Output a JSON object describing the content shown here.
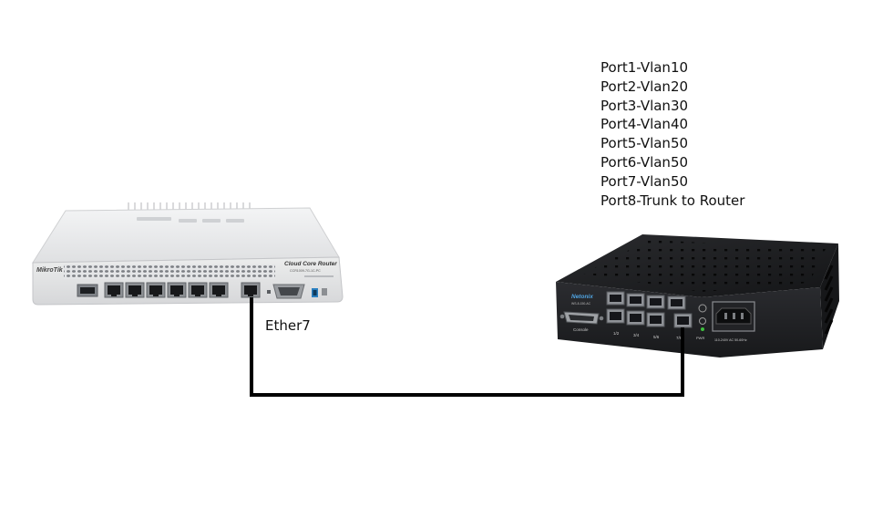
{
  "router": {
    "brand": "MikroTik",
    "series": "Cloud Core Router",
    "model": "CCR1009-7G-1C-PC",
    "port_label": "Ether7"
  },
  "switch": {
    "brand": "Netonix",
    "model": "WS-8-150-AC",
    "console_label": "Console",
    "pwr_label": "PWR",
    "port_group_labels": [
      "1/2",
      "3/4",
      "5/6",
      "7/8"
    ],
    "power_rating": "110-240V AC 50-60Hz"
  },
  "vlan_assignments": [
    "Port1-Vlan10",
    "Port2-Vlan20",
    "Port3-Vlan30",
    "Port4-Vlan40",
    "Port5-Vlan50",
    "Port6-Vlan50",
    "Port7-Vlan50",
    "Port8-Trunk to Router"
  ],
  "colors": {
    "cable": "#000000",
    "router_body": "#e6e7e8",
    "switch_body": "#1c1d20",
    "port_shell": "#8c8f93",
    "sfp_accent": "#2a7fc0",
    "led_green": "#3fbf3f"
  }
}
